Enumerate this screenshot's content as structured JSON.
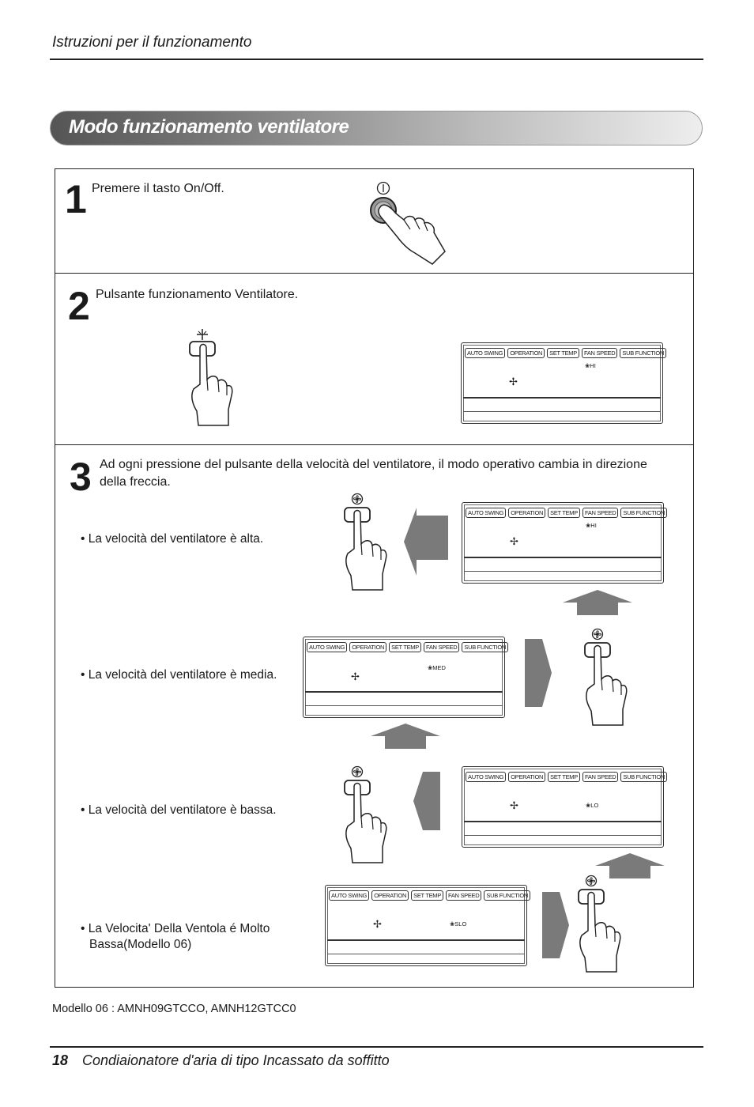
{
  "header": {
    "title": "Istruzioni per il funzionamento"
  },
  "section": {
    "title": "Modo funzionamento ventilatore"
  },
  "steps": [
    {
      "number": "1",
      "text": "Premere il tasto On/Off."
    },
    {
      "number": "2",
      "text": "Pulsante funzionamento Ventilatore."
    },
    {
      "number": "3",
      "text": "Ad ogni pressione del pulsante della velocità del ventilatore, il modo operativo cambia in direzione della freccia."
    }
  ],
  "bullets": {
    "high": "• La velocità del ventilatore è  alta.",
    "med": "• La velocità del ventilatore è media.",
    "low": "• La velocità del ventilatore è bassa.",
    "slo_line1": "• La Velocita' Della Ventola é Molto",
    "slo_line2": "Bassa(Modello 06)"
  },
  "lcd": {
    "tabs": [
      "AUTO SWING",
      "OPERATION",
      "SET TEMP",
      "FAN SPEED",
      "SUB FUNCTION"
    ],
    "fan_hi": "HI",
    "fan_med": "MED",
    "fan_lo": "LO",
    "fan_slo": "SLO",
    "fan_symbol": "❀",
    "mode_symbol": "✢"
  },
  "footnote": "Modello 06 : AMNH09GTCCO, AMNH12GTCC0",
  "footer": {
    "page_number": "18",
    "title": "Condiaionatore d'aria di tipo Incassato da soffitto"
  }
}
